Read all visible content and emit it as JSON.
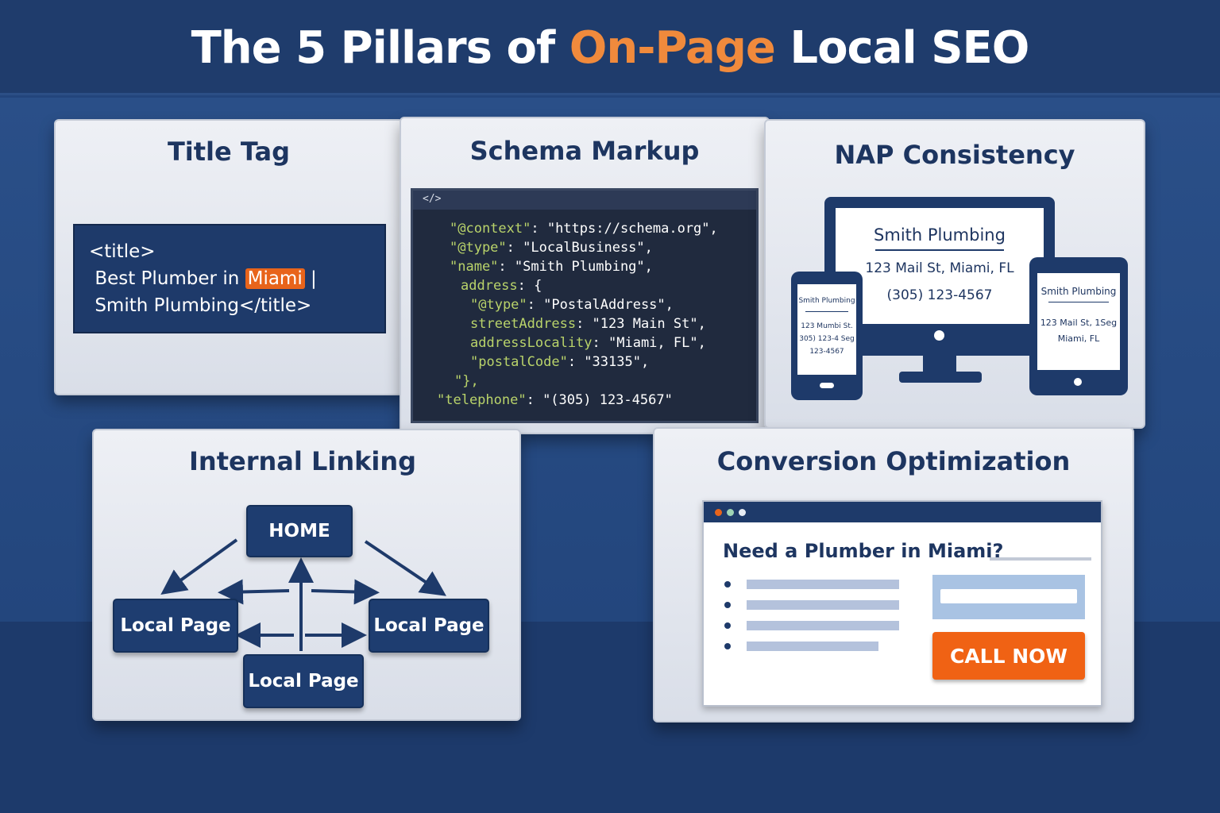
{
  "title": {
    "before": "The 5 Pillars of ",
    "accent": "On-Page",
    "after": " Local SEO"
  },
  "colors": {
    "accent": "#f08a3c",
    "navy": "#1e3a6a",
    "cta": "#f06214"
  },
  "title_tag": {
    "heading": "Title Tag",
    "line1": "<title>",
    "line2_before": "Best Plumber in ",
    "line2_highlight": "Miami",
    "line2_after": " |",
    "line3": "Smith Plumbing</title>"
  },
  "schema": {
    "heading": "Schema Markup",
    "bar_label": "</>",
    "lines": [
      {
        "key": "\"@context\"",
        "value": ": \"https://schema.org\","
      },
      {
        "key": "\"@type\"",
        "value": ": \"LocalBusiness\","
      },
      {
        "key": "\"name\"",
        "value": ": \"Smith Plumbing\","
      },
      {
        "key": "address",
        "value": ": {"
      },
      {
        "key": "\"@type\"",
        "value": ": \"PostalAddress\","
      },
      {
        "key": "streetAddress",
        "value": ": \"123 Main St\","
      },
      {
        "key": "addressLocality",
        "value": ": \"Miami, FL\","
      },
      {
        "key": "\"postalCode\"",
        "value": ": \"33135\","
      },
      {
        "key": "\"},",
        "value": ""
      },
      {
        "key": "\"telephone\"",
        "value": ": \"(305) 123-4567\""
      }
    ]
  },
  "nap": {
    "heading": "NAP Consistency",
    "monitor": {
      "name": "Smith Plumbing",
      "address": "123 Mail St, Miami, FL",
      "phone": "(305) 123-4567"
    },
    "phone": {
      "name": "Smith Plumbing",
      "address": "123 Mumbi St.",
      "address2": "305) 123-4 Seg",
      "phone": "123-4567"
    },
    "tablet": {
      "name": "Smith Plumbing",
      "address": "123 Mail St, 1Seg",
      "city": "Miami, FL"
    }
  },
  "internal_linking": {
    "heading": "Internal Linking",
    "home": "HOME",
    "pages": [
      "Local Page",
      "Local Page",
      "Local Page"
    ]
  },
  "conversion": {
    "heading": "Conversion Optimization",
    "question": "Need a Plumber in Miami?",
    "cta": "CALL NOW"
  }
}
